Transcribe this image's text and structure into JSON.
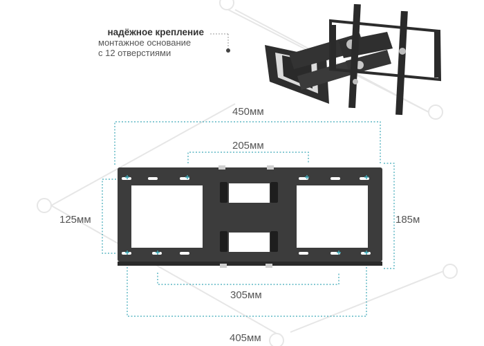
{
  "caption": {
    "title": "надёжное крепление",
    "line1": "монтажное основание",
    "line2": "с 12 отверстиями"
  },
  "dimensions": {
    "overall_width": "450мм",
    "inner_width": "205мм",
    "left_height": "125мм",
    "right_height": "185м",
    "lower_width": "305мм",
    "bottom_width": "405мм"
  },
  "colors": {
    "accent": "#3aa7b6",
    "plate": "#3a3a3a",
    "watermark": "#e6e6e6",
    "text": "#555555"
  },
  "icons": [
    "tv-mount-bracket-photo",
    "wall-plate-drawing",
    "watermark-logo"
  ]
}
